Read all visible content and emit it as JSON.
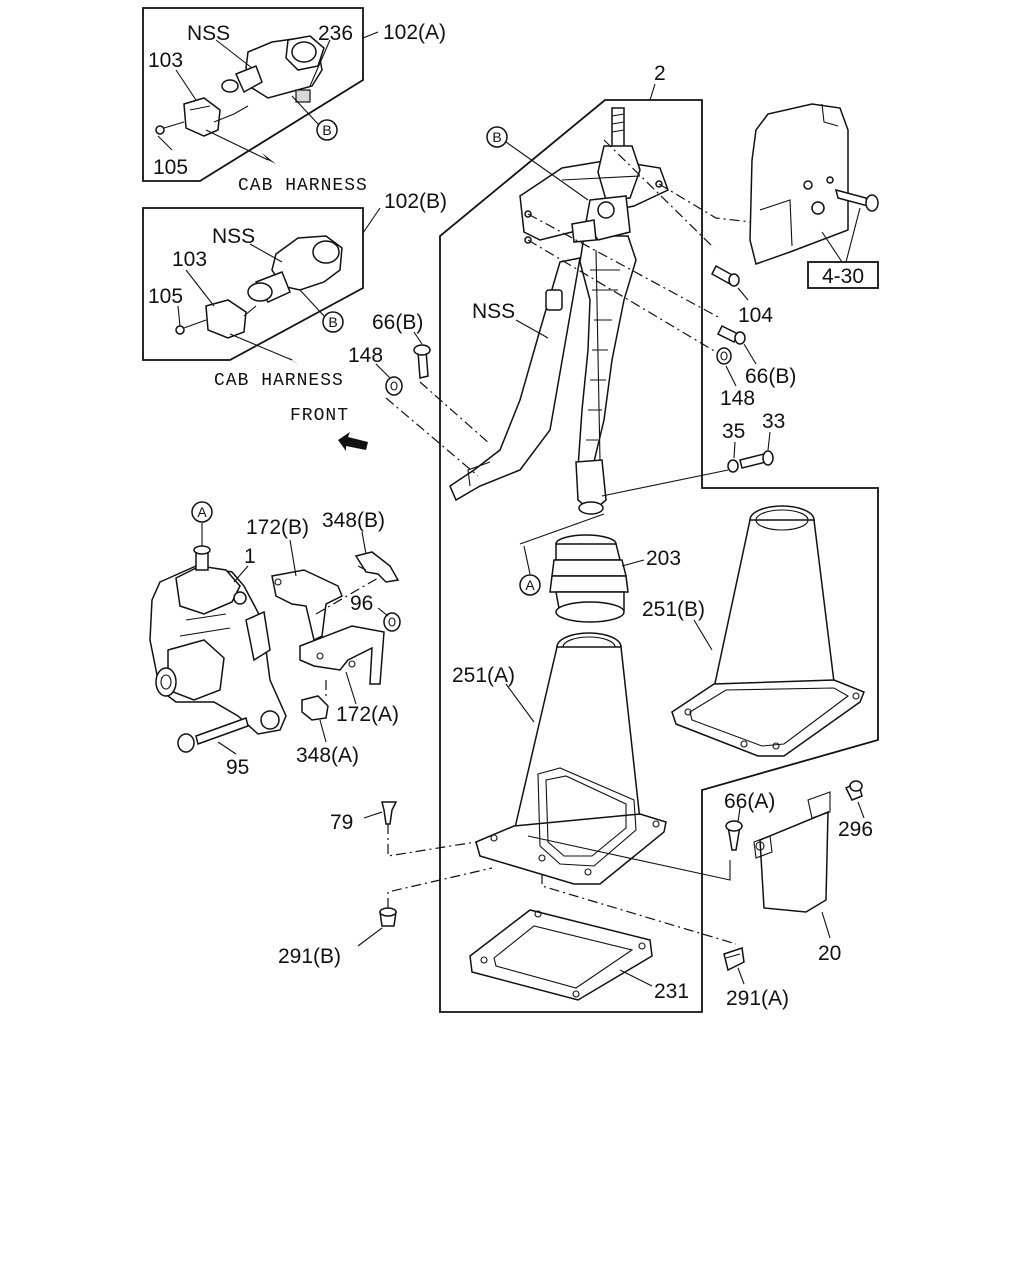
{
  "labels": {
    "nss_a": "NSS",
    "p236": "236",
    "p102a": "102(A)",
    "p103_a": "103",
    "p105_a": "105",
    "b_a": "B",
    "cab_harness_a": "CAB HARNESS",
    "p102b": "102(B)",
    "nss_b": "NSS",
    "p103_b": "103",
    "p105_b": "105",
    "b_b": "B",
    "cab_harness_b": "CAB HARNESS",
    "front": "FRONT",
    "p2": "2",
    "b_main": "B",
    "nss_main": "NSS",
    "p66b_left": "66(B)",
    "p148_left": "148",
    "p104": "104",
    "p66b_right": "66(B)",
    "p148_right": "148",
    "p35": "35",
    "p33": "33",
    "p4_30": "4-30",
    "a_top": "A",
    "p172b": "172(B)",
    "p348b": "348(B)",
    "p1": "1",
    "p96": "96",
    "p172a": "172(A)",
    "p348a": "348(A)",
    "p95": "95",
    "a_mid": "A",
    "p203": "203",
    "p251b": "251(B)",
    "p251a": "251(A)",
    "p66a": "66(A)",
    "p296": "296",
    "p79": "79",
    "p20": "20",
    "p291b": "291(B)",
    "p231": "231",
    "p291a": "291(A)"
  }
}
